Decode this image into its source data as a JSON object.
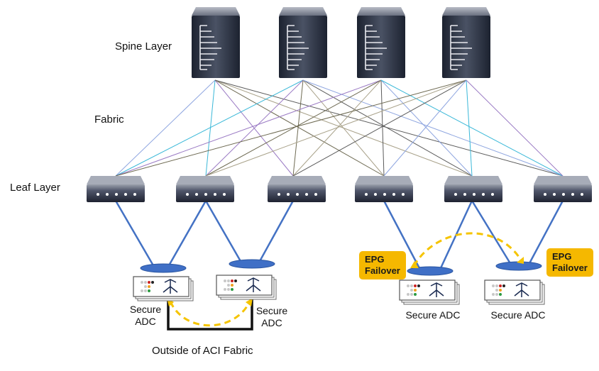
{
  "labels": {
    "spine_layer": "Spine Layer",
    "fabric": "Fabric",
    "leaf_layer": "Leaf Layer",
    "outside_fabric": "Outside of ACI Fabric"
  },
  "adc_devices": [
    {
      "label_line1": "Secure",
      "label_line2": "ADC"
    },
    {
      "label_line1": "Secure",
      "label_line2": "ADC"
    },
    {
      "label": "Secure ADC"
    },
    {
      "label": "Secure ADC"
    }
  ],
  "epg_badges": [
    {
      "line1": "EPG",
      "line2": "Failover"
    },
    {
      "line1": "EPG",
      "line2": "Failover"
    }
  ],
  "colors": {
    "uplink_blue": "#4472c4",
    "failover_yellow": "#f5c400",
    "badge_fill": "#f5b800",
    "ellipse_fill": "#3f6fc6",
    "server_dark": "#2b3140"
  },
  "counts": {
    "spine_switches": 4,
    "leaf_switches": 6
  }
}
